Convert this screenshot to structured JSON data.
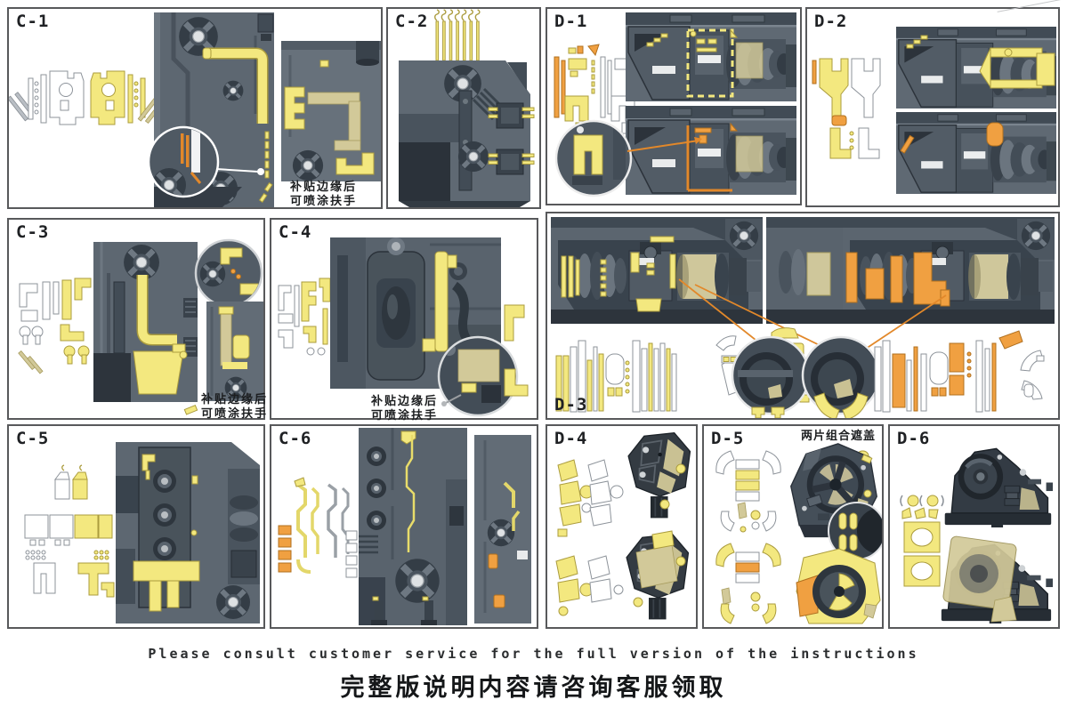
{
  "panels": {
    "c1": {
      "label": "C-1",
      "note_line1": "补贴边缘后",
      "note_line2": "可喷涂扶手"
    },
    "c2": {
      "label": "C-2"
    },
    "d1": {
      "label": "D-1"
    },
    "d2": {
      "label": "D-2"
    },
    "c3": {
      "label": "C-3",
      "note_line1": "补贴边缘后",
      "note_line2": "可喷涂扶手"
    },
    "c4": {
      "label": "C-4",
      "note_line1": "补贴边缘后",
      "note_line2": "可喷涂扶手"
    },
    "d3": {
      "label": "D-3"
    },
    "c5": {
      "label": "C-5"
    },
    "c6": {
      "label": "C-6"
    },
    "d4": {
      "label": "D-4"
    },
    "d5": {
      "label": "D-5",
      "note": "两片组合遮盖"
    },
    "d6": {
      "label": "D-6"
    }
  },
  "footer": {
    "english_line": "Please consult customer service for the full version of the instructions",
    "chinese_line": "完整版说明内容请咨询客服领取"
  },
  "legend_colors": {
    "decal_yellow": "#f3e87f",
    "decal_orange": "#f0a041",
    "masking_khaki": "#d2c999",
    "part_gray": "#5d6771"
  }
}
